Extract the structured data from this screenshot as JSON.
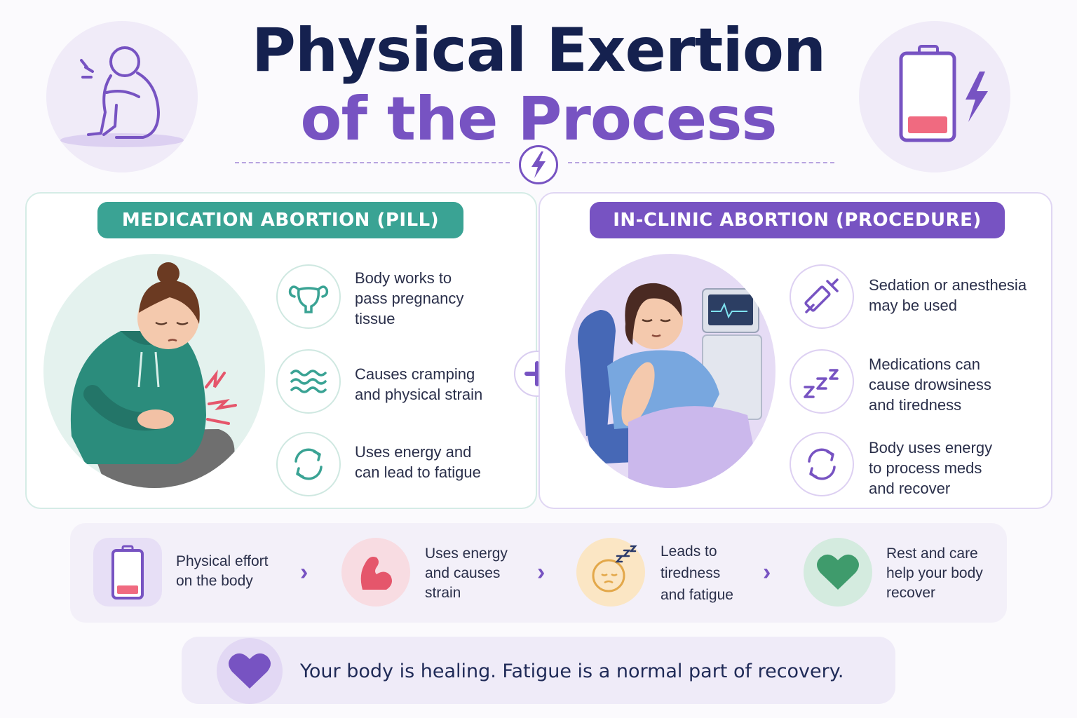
{
  "header": {
    "title_line1": "Physical Exertion",
    "title_line2": "of the Process"
  },
  "colors": {
    "navy": "#15214f",
    "purple": "#7753c2",
    "teal": "#3aa394",
    "low_battery": "#f06a80"
  },
  "decor": {
    "top_left_icon": "person-hugging-knees-icon",
    "top_right_icon": "low-battery-icon",
    "divider_icon": "lightning-bolt-icon",
    "center_icon": "plus-icon"
  },
  "medication": {
    "label": "MEDICATION ABORTION (PILL)",
    "illustration": "woman-with-cramps-illustration",
    "items": [
      {
        "icon": "uterus-icon",
        "lines": [
          "Body works to",
          "pass pregnancy",
          "tissue"
        ]
      },
      {
        "icon": "waves-icon",
        "lines": [
          "Causes cramping",
          "and physical strain"
        ]
      },
      {
        "icon": "cycle-arrows-icon",
        "lines": [
          "Uses energy and",
          "can lead to fatigue"
        ]
      }
    ]
  },
  "clinic": {
    "label": "IN-CLINIC ABORTION (PROCEDURE)",
    "illustration": "patient-resting-in-clinic-chair-illustration",
    "items": [
      {
        "icon": "syringe-icon",
        "lines": [
          "Sedation or anesthesia",
          "may be used"
        ]
      },
      {
        "icon": "sleep-zzz-icon",
        "lines": [
          "Medications can",
          "cause drowsiness",
          "and tiredness"
        ]
      },
      {
        "icon": "cycle-arrows-icon",
        "lines": [
          "Body uses energy",
          "to process meds",
          "and recover"
        ]
      }
    ]
  },
  "flow": [
    {
      "icon": "low-battery-icon",
      "lines": [
        "Physical effort",
        "on the body"
      ]
    },
    {
      "icon": "flexed-arm-icon",
      "lines": [
        "Uses energy",
        "and causes",
        "strain"
      ]
    },
    {
      "icon": "sleepy-face-icon",
      "lines": [
        "Leads to",
        "tiredness",
        "and fatigue"
      ]
    },
    {
      "icon": "heart-icon",
      "lines": [
        "Rest and care",
        "help your body",
        "recover"
      ]
    }
  ],
  "footer": {
    "icon": "heart-icon",
    "text": "Your body is healing. Fatigue is a normal part of recovery."
  }
}
